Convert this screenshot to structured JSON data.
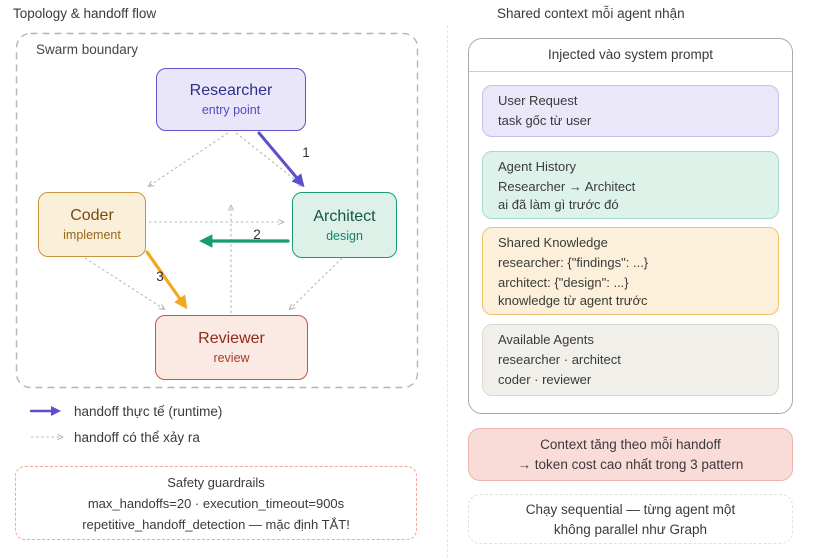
{
  "colors": {
    "text": "#3a3a3a",
    "purple-accent": "#5b50c8",
    "green-accent": "#169c72",
    "orange-accent": "#f2a71d",
    "dashed-gray": "#b9b9b9",
    "boundary-gray": "#b6b6b6",
    "panel-border": "#a8a8b0",
    "safety-border": "#f2a795",
    "node-purple-fill": "#e9e6f9",
    "node-purple-border": "#5e55c8",
    "node-purple-title": "#2e2e8b",
    "node-purple-sub": "#4f4bc4",
    "node-tan-fill": "#faf0da",
    "node-tan-border": "#c8943d",
    "node-tan-title": "#7b4a0f",
    "node-tan-sub": "#98661d",
    "node-green-fill": "#def1e8",
    "node-green-border": "#199c74",
    "node-green-title": "#0d5a44",
    "node-green-sub": "#15816a",
    "node-red-fill": "#fbe9e4",
    "node-red-border": "#b85c43",
    "node-red-title": "#8e2c18",
    "node-red-sub": "#a53e24",
    "card-purple-fill": "#eae7f9",
    "card-purple-border": "#c6bcee",
    "card-green-fill": "#ddf3ea",
    "card-green-border": "#a5dcc8",
    "card-orange-fill": "#fcf0da",
    "card-orange-border": "#f2c06c",
    "card-gray-fill": "#f0efe9",
    "card-gray-border": "#dad8d0",
    "pink-fill": "#f9dcd8",
    "pink-border": "#efb3ad"
  },
  "left": {
    "title": "Topology & handoff flow",
    "boundary_label": "Swarm boundary",
    "nodes": {
      "researcher": {
        "title": "Researcher",
        "subtitle": "entry point"
      },
      "coder": {
        "title": "Coder",
        "subtitle": "implement"
      },
      "architect": {
        "title": "Architect",
        "subtitle": "design"
      },
      "reviewer": {
        "title": "Reviewer",
        "subtitle": "review"
      }
    },
    "edge_labels": {
      "step1": "1",
      "step2": "2",
      "step3": "3"
    },
    "legend": {
      "runtime": "handoff thực tế (runtime)",
      "possible": "handoff có thể xảy ra"
    },
    "safety": {
      "title": "Safety guardrails",
      "line1": "max_handoffs=20 · execution_timeout=900s",
      "line2": "repetitive_handoff_detection — mặc định TẮT!"
    }
  },
  "right": {
    "title": "Shared context mỗi agent nhận",
    "panel_header": "Injected vào system prompt",
    "cards": {
      "user_request": {
        "title": "User Request",
        "line1": "task gốc từ user"
      },
      "agent_history": {
        "title": "Agent History",
        "line1": "Researcher → Architect",
        "note": "ai đã làm gì trước đó"
      },
      "shared_knowledge": {
        "title": "Shared Knowledge",
        "line1": "researcher: {\"findings\": ...}",
        "line2": "architect: {\"design\": ...}",
        "note": "knowledge từ agent trước"
      },
      "available_agents": {
        "title": "Available Agents",
        "line1": "researcher · architect",
        "line2": "coder · reviewer"
      }
    },
    "cost_note": {
      "line1": "Context tăng theo mỗi handoff",
      "line2": "→ token cost cao nhất trong 3 pattern"
    },
    "sequential_note": {
      "line1": "Chạy sequential — từng agent một",
      "line2": "không parallel như Graph"
    }
  }
}
